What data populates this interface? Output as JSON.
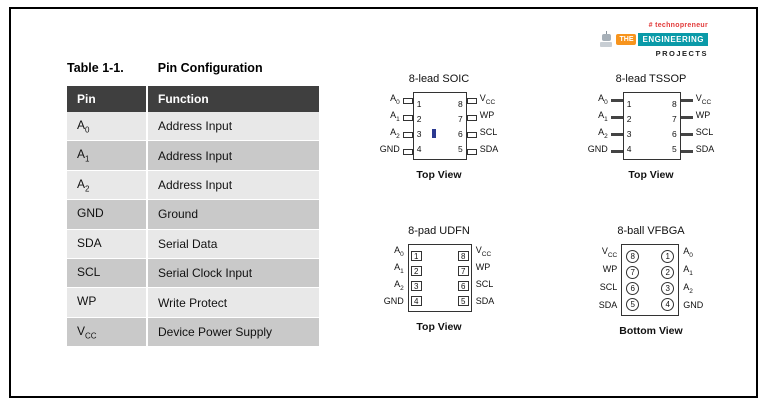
{
  "logo": {
    "tagline": "# technopreneur",
    "the": "THE",
    "engineering": "ENGINEERING",
    "projects": "PROJECTS"
  },
  "colors": {
    "logo_orange": "#f7941d",
    "logo_teal": "#0a9aa8",
    "logo_red": "#e23b3b",
    "table_header_bg": "#3f3f3f",
    "row_light": "#e8e8e8",
    "row_dark": "#c9c9c9"
  },
  "table": {
    "title_label": "Table 1-1.",
    "title_text": "Pin Configuration",
    "col_pin": "Pin",
    "col_function": "Function",
    "rows": [
      {
        "pin": "A",
        "sub": "0",
        "fn": "Address Input"
      },
      {
        "pin": "A",
        "sub": "1",
        "fn": "Address Input"
      },
      {
        "pin": "A",
        "sub": "2",
        "fn": "Address Input"
      },
      {
        "pin": "GND",
        "sub": "",
        "fn": "Ground"
      },
      {
        "pin": "SDA",
        "sub": "",
        "fn": "Serial Data"
      },
      {
        "pin": "SCL",
        "sub": "",
        "fn": "Serial Clock Input"
      },
      {
        "pin": "WP",
        "sub": "",
        "fn": "Write Protect"
      },
      {
        "pin": "V",
        "sub": "CC",
        "fn": "Device Power Supply"
      }
    ]
  },
  "packages": {
    "soic": {
      "title": "8-lead SOIC",
      "view": "Top View",
      "left": [
        {
          "label": "A",
          "sub": "0",
          "num": "1"
        },
        {
          "label": "A",
          "sub": "1",
          "num": "2"
        },
        {
          "label": "A",
          "sub": "2",
          "num": "3"
        },
        {
          "label": "GND",
          "sub": "",
          "num": "4"
        }
      ],
      "right": [
        {
          "label": "V",
          "sub": "CC",
          "num": "8"
        },
        {
          "label": "WP",
          "sub": "",
          "num": "7"
        },
        {
          "label": "SCL",
          "sub": "",
          "num": "6"
        },
        {
          "label": "SDA",
          "sub": "",
          "num": "5"
        }
      ]
    },
    "tssop": {
      "title": "8-lead TSSOP",
      "view": "Top View",
      "left": [
        {
          "label": "A",
          "sub": "0",
          "num": "1"
        },
        {
          "label": "A",
          "sub": "1",
          "num": "2"
        },
        {
          "label": "A",
          "sub": "2",
          "num": "3"
        },
        {
          "label": "GND",
          "sub": "",
          "num": "4"
        }
      ],
      "right": [
        {
          "label": "V",
          "sub": "CC",
          "num": "8"
        },
        {
          "label": "WP",
          "sub": "",
          "num": "7"
        },
        {
          "label": "SCL",
          "sub": "",
          "num": "6"
        },
        {
          "label": "SDA",
          "sub": "",
          "num": "5"
        }
      ]
    },
    "udfn": {
      "title": "8-pad UDFN",
      "view": "Top View",
      "left": [
        {
          "label": "A",
          "sub": "0",
          "num": "1"
        },
        {
          "label": "A",
          "sub": "1",
          "num": "2"
        },
        {
          "label": "A",
          "sub": "2",
          "num": "3"
        },
        {
          "label": "GND",
          "sub": "",
          "num": "4"
        }
      ],
      "right": [
        {
          "label": "V",
          "sub": "CC",
          "num": "8"
        },
        {
          "label": "WP",
          "sub": "",
          "num": "7"
        },
        {
          "label": "SCL",
          "sub": "",
          "num": "6"
        },
        {
          "label": "SDA",
          "sub": "",
          "num": "5"
        }
      ]
    },
    "vfbga": {
      "title": "8-ball VFBGA",
      "view": "Bottom View",
      "left": [
        {
          "label": "V",
          "sub": "CC",
          "num": "8"
        },
        {
          "label": "WP",
          "sub": "",
          "num": "7"
        },
        {
          "label": "SCL",
          "sub": "",
          "num": "6"
        },
        {
          "label": "SDA",
          "sub": "",
          "num": "5"
        }
      ],
      "right": [
        {
          "label": "A",
          "sub": "0",
          "num": "1"
        },
        {
          "label": "A",
          "sub": "1",
          "num": "2"
        },
        {
          "label": "A",
          "sub": "2",
          "num": "3"
        },
        {
          "label": "GND",
          "sub": "",
          "num": "4"
        }
      ]
    }
  }
}
